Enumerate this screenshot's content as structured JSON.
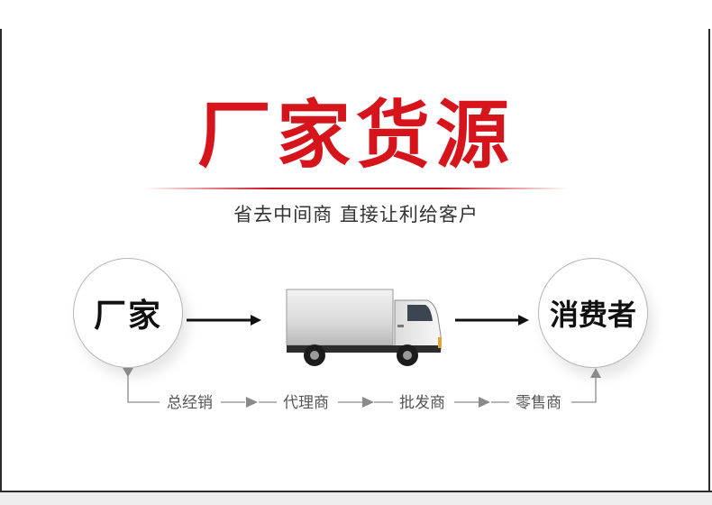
{
  "title": "厂家货源",
  "subtitle": "省去中间商  直接让利给客户",
  "left_circle": "厂家",
  "right_circle": "消费者",
  "chain": [
    "总经销",
    "代理商",
    "批发商",
    "零售商"
  ],
  "truck_icon": "truck-icon",
  "colors": {
    "accent": "#d6141c",
    "text": "#333333",
    "line": "#888888"
  }
}
